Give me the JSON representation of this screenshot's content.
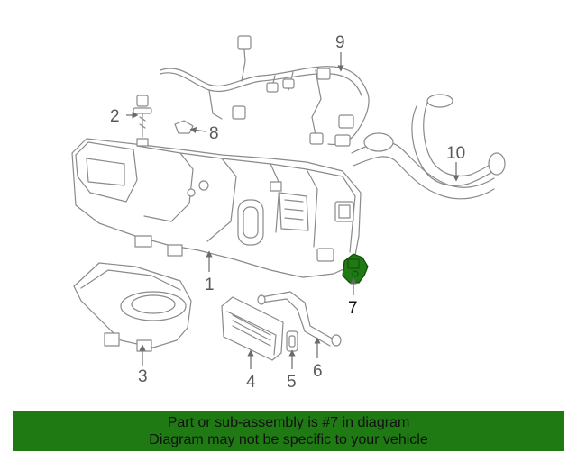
{
  "diagram": {
    "labels": {
      "p1": "1",
      "p2": "2",
      "p3": "3",
      "p4": "4",
      "p5": "5",
      "p6": "6",
      "p7": "7",
      "p8": "8",
      "p9": "9",
      "p10": "10"
    },
    "highlight_part": "7",
    "highlight_color": "#1f7a14",
    "line_color": "#8a8a8a"
  },
  "banner": {
    "line1": "Part or sub-assembly is #7 in diagram",
    "line2": "Diagram may not be specific to your vehicle",
    "background": "#1f7a14"
  }
}
